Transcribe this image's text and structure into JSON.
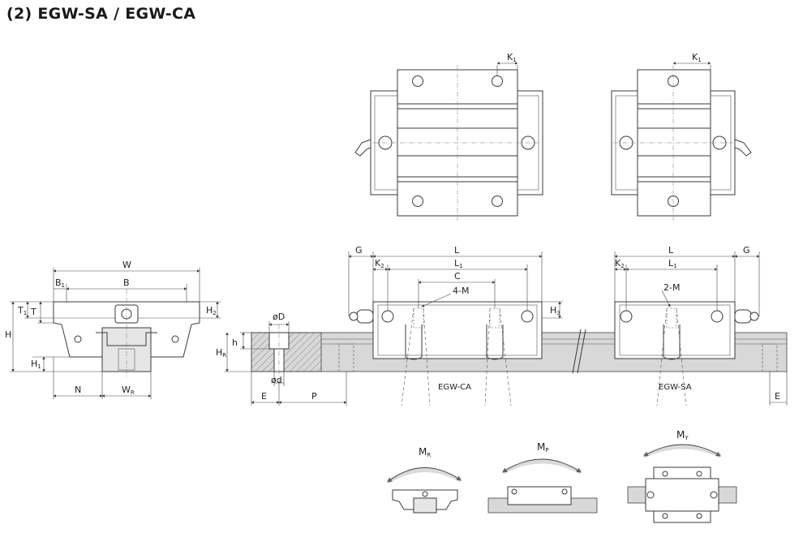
{
  "title": "(2) EGW-SA / EGW-CA",
  "labels": {
    "K1": "K",
    "K1_sub": "1",
    "K2": "K",
    "K2_sub": "2",
    "W": "W",
    "B": "B",
    "B1": "B",
    "B1_sub": "1",
    "T1": "T",
    "T1_sub": "1",
    "T": "T",
    "H": "H",
    "H1": "H",
    "H1_sub": "1",
    "H2": "H",
    "H2_sub": "2",
    "H3": "H",
    "H3_sub": "3",
    "HR": "H",
    "HR_sub": "R",
    "N": "N",
    "WR": "W",
    "WR_sub": "R",
    "G": "G",
    "L": "L",
    "L1": "L",
    "L1_sub": "1",
    "C": "C",
    "4M": "4-M",
    "2M": "2-M",
    "OD": "øD",
    "Od": "ød",
    "h": "h",
    "E": "E",
    "P": "P",
    "EGW_CA": "EGW-CA",
    "EGW_SA": "EGW-SA",
    "MR": "M",
    "MR_sub": "R",
    "MP": "M",
    "MP_sub": "P",
    "MY": "M",
    "MY_sub": "Y"
  }
}
